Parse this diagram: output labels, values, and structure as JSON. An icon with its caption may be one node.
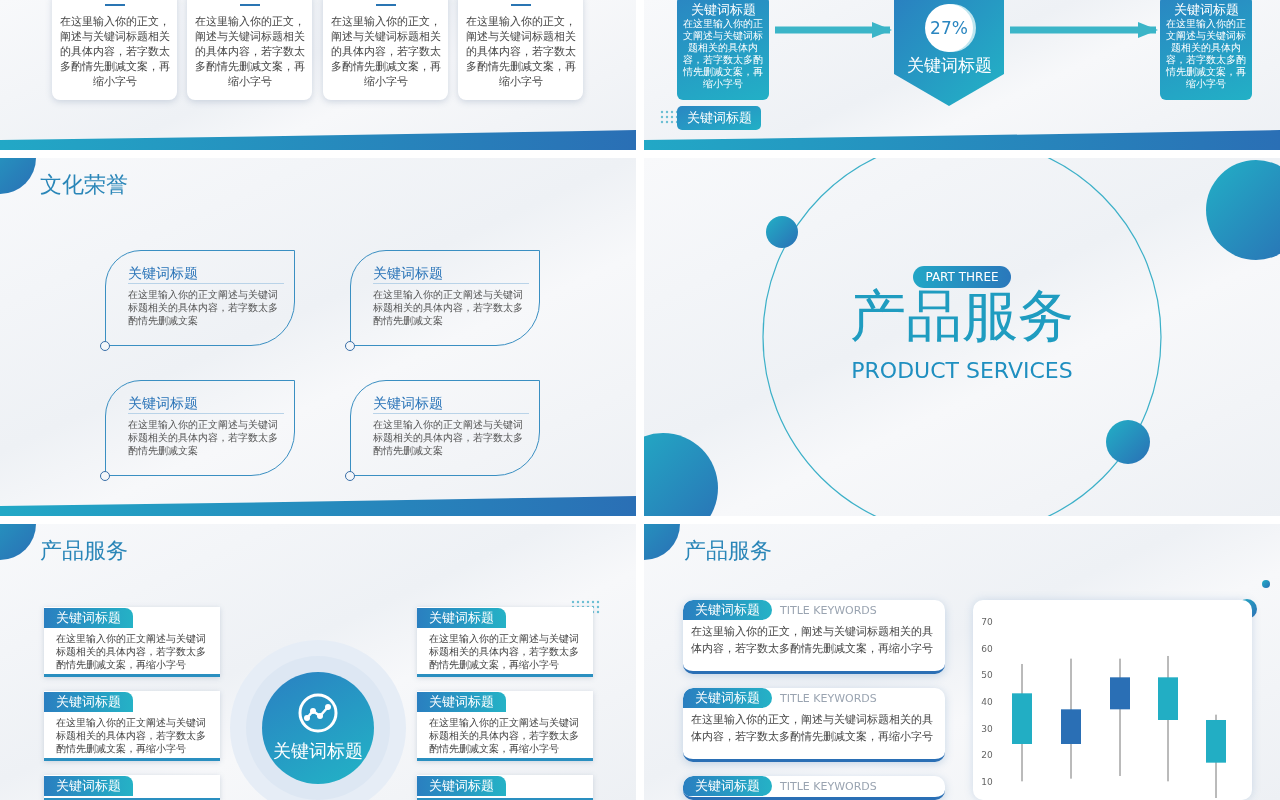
{
  "diagram": {
    "nodes": [
      {
        "text": [
          "在这里输入你的正文，阐述与关键词标题相关的具体内容，若字数太多酌情先删减文案，再缩小字号"
        ]
      },
      {
        "text": [
          "在这里输入你的正文，阐述与关键词标题相关的具体内容，若字数太多酌情先删减文案，再缩小字号"
        ]
      },
      {
        "text": [
          "在这里输入你的正文，阐述与关键词标题相关的具体内容，若字数太多酌情先删减文案，再缩小字号"
        ]
      },
      {
        "text": [
          "在这里输入你的正文，阐述与关键词标题相关的具体内容，若字数太多酌情先删减文案，再缩小字号"
        ]
      },
      {
        "text": [
          "关键词标题",
          "在这里输入你的正文阐述与关键词标题相关的具体内容，若字数太多酌情先删减文案，再缩小字号"
        ]
      },
      {
        "text": [
          "关键词标题"
        ]
      },
      {
        "text": [
          "关键词标题"
        ]
      },
      {
        "text": [
          "27%"
        ],
        "in": 6
      },
      {
        "text": [
          "关键词标题",
          "在这里输入你的正文阐述与关键词标题相关的具体内容，若字数太多酌情先删减文案，再缩小字号"
        ]
      },
      {
        "text": [
          "关键词标题",
          "在这里输入你的正文阐述与关键词标题相关的具体内容，若字数太多酌情先删减文案"
        ]
      },
      {
        "text": [
          "关键词标题",
          "在这里输入你的正文阐述与关键词标题相关的具体内容，若字数太多酌情先删减文案"
        ]
      },
      {
        "text": [
          "关键词标题",
          "在这里输入你的正文阐述与关键词标题相关的具体内容，若字数太多酌情先删减文案"
        ]
      },
      {
        "text": [
          "关键词标题",
          "在这里输入你的正文阐述与关键词标题相关的具体内容，若字数太多酌情先删减文案"
        ]
      },
      {
        "text": [
          "PART THREE"
        ]
      },
      {
        "text": [
          "关键词标题",
          "在这里输入你的正文阐述与关键词标题相关的具体内容，若字数太多酌情先删减文案，再缩小字号"
        ]
      },
      {
        "text": [
          "关键词标题",
          "在这里输入你的正文阐述与关键词标题相关的具体内容，若字数太多酌情先删减文案，再缩小字号"
        ]
      },
      {
        "text": [
          "关键词标题"
        ]
      },
      {
        "text": [
          "关键词标题"
        ]
      },
      {
        "text": [
          "关键词标题",
          "在这里输入你的正文阐述与关键词标题相关的具体内容，若字数太多酌情先删减文案，再缩小字号"
        ]
      },
      {
        "text": [
          "关键词标题",
          "在这里输入你的正文阐述与关键词标题相关的具体内容，若字数太多酌情先删减文案，再缩小字号"
        ]
      },
      {
        "text": [
          "关键词标题"
        ]
      },
      {
        "text": [
          "关键词标题",
          "TITLE KEYWORDS",
          "在这里输入你的正文，阐述与关键词标题相关的具体内容，若字数太多酌情先删减文案，再缩小字号"
        ]
      },
      {
        "text": [
          "关键词标题",
          "TITLE KEYWORDS",
          "在这里输入你的正文，阐述与关键词标题相关的具体内容，若字数太多酌情先删减文案，再缩小字号"
        ]
      },
      {
        "text": [
          "关键词标题",
          "TITLE KEYWORDS"
        ]
      }
    ],
    "edges": [
      {
        "from": 4,
        "to": 6,
        "arrow": "to"
      },
      {
        "from": 6,
        "to": 8,
        "arrow": "to"
      }
    ],
    "labels": [
      "文化荣誉",
      "产品服务",
      "PRODUCT SERVICES",
      "产品服务",
      "产品服务",
      "70",
      "60",
      "50",
      "40",
      "30",
      "20",
      "10"
    ]
  }
}
